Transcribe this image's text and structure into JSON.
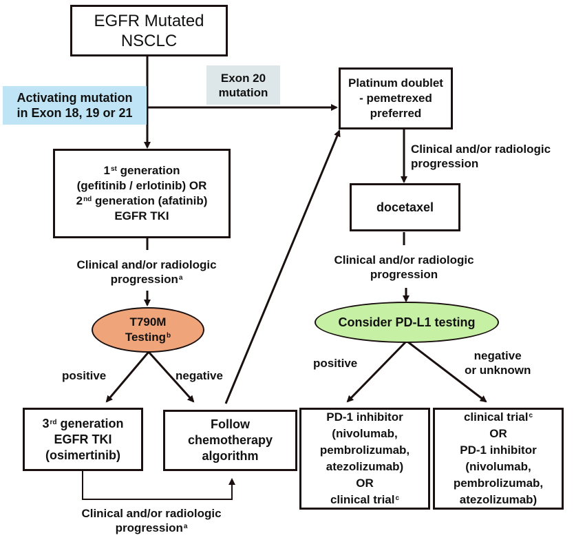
{
  "colors": {
    "activating_tag_bg": "#bfe4f5",
    "exon20_tag_bg": "#dde6e8",
    "t790m_oval_fill": "#f0a47a",
    "pdl1_oval_fill": "#c6f0a4",
    "line": "#1a1010"
  },
  "nodes": {
    "start": {
      "lines": [
        "EGFR Mutated",
        "NSCLC"
      ]
    },
    "activating_tag": {
      "lines": [
        "Activating mutation",
        "in Exon 18, 19 or 21"
      ]
    },
    "exon20_tag": {
      "lines": [
        "Exon 20",
        "mutation"
      ]
    },
    "platinum": {
      "lines": [
        "Platinum doublet",
        "- pemetrexed",
        "preferred"
      ]
    },
    "tki12": {
      "line1": {
        "pre": "1",
        "sup": "st",
        "post": " generation"
      },
      "line2": "(gefitinib / erlotinib) OR",
      "line3": {
        "pre": "2",
        "sup": "nd",
        "post": " generation (afatinib)"
      },
      "line4": "EGFR TKI"
    },
    "docetaxel": {
      "lines": [
        "docetaxel"
      ]
    },
    "t790m": {
      "line1": "T790M",
      "line2": {
        "text": "Testing",
        "sup": "b"
      }
    },
    "pdl1": {
      "lines": [
        "Consider PD-L1 testing"
      ]
    },
    "tki3": {
      "line1": {
        "pre": "3",
        "sup": "rd",
        "post": " generation"
      },
      "line2": "EGFR TKI",
      "line3": "(osimertinib)"
    },
    "chemo": {
      "lines": [
        "Follow",
        "chemotherapy",
        "algorithm"
      ]
    },
    "pd1_positive": {
      "lines": [
        "PD-1 inhibitor",
        "(nivolumab,",
        "pembrolizumab,",
        "atezolizumab)",
        "OR"
      ],
      "last": {
        "text": "clinical trial",
        "sup": "c"
      }
    },
    "pd1_negative": {
      "first": {
        "text": "clinical trial",
        "sup": "c"
      },
      "lines": [
        "OR",
        "PD-1 inhibitor",
        "(nivolumab,",
        "pembrolizumab,",
        "atezolizumab)"
      ]
    }
  },
  "edge_labels": {
    "prog_after_platinum": {
      "lines": [
        "Clinical  and/or radiologic",
        "progression"
      ]
    },
    "prog_after_tki12": {
      "line1": "Clinical  and/or radiologic",
      "line2": {
        "text": "progression",
        "sup": "a"
      }
    },
    "prog_after_docetaxel": {
      "lines": [
        "Clinical  and/or radiologic",
        "progression"
      ]
    },
    "t790m_positive": "positive",
    "t790m_negative": "negative",
    "pdl1_positive": "positive",
    "pdl1_negative": {
      "lines": [
        "negative",
        "or unknown"
      ]
    },
    "prog_after_tki3": {
      "line1": "Clinical  and/or radiologic",
      "line2": {
        "text": "progression",
        "sup": "a"
      }
    }
  }
}
